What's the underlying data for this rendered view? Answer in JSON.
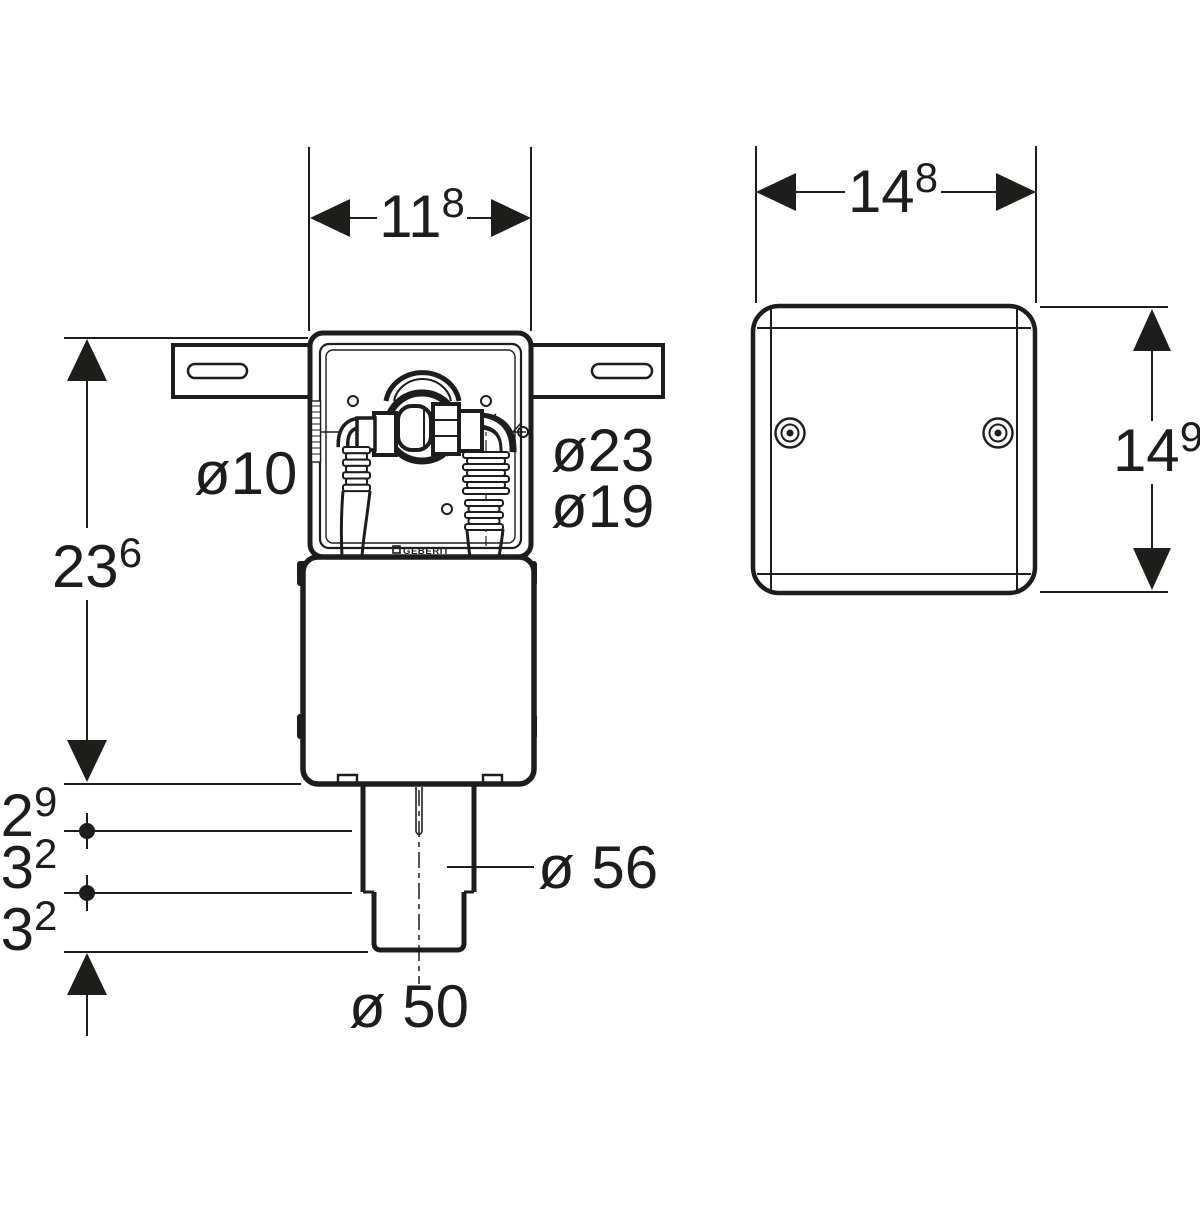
{
  "drawing": {
    "type": "technical-installation-drawing",
    "brand": "GEBERIT",
    "colors": {
      "ink": "#1d1d1b",
      "background": "#ffffff"
    },
    "dims": {
      "front_width": {
        "base": "11",
        "sup": "8"
      },
      "front_height": {
        "base": "23",
        "sup": "6"
      },
      "offset_a": {
        "base": "2",
        "sup": "9"
      },
      "offset_b": {
        "base": "3",
        "sup": "2"
      },
      "offset_c": {
        "base": "3",
        "sup": "2"
      },
      "plate_width": {
        "base": "14",
        "sup": "8"
      },
      "plate_height": {
        "base": "14",
        "sup": "9"
      },
      "knockout_diameter": "ø10",
      "inlet_hose_large": "ø23",
      "inlet_hose_small": "ø19",
      "outlet_socket_diameter": "ø 56",
      "outlet_pipe_diameter": "ø 50"
    }
  }
}
